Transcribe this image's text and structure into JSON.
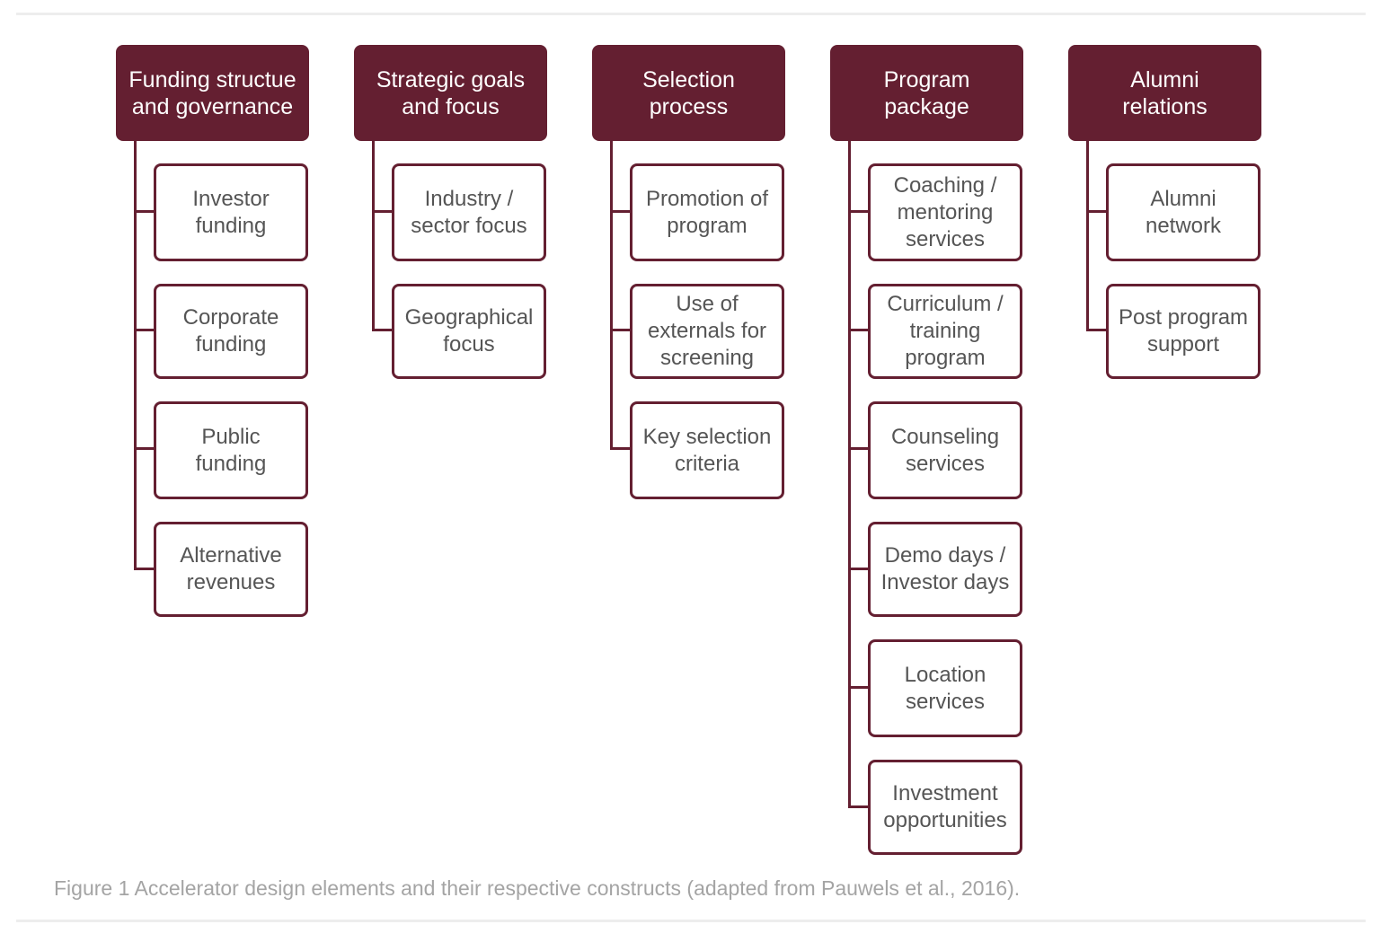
{
  "colors": {
    "accent": "#641f31",
    "item_text": "#555555",
    "caption_text": "#a4a4a4"
  },
  "columns": [
    {
      "title": "Funding structue\nand governance",
      "items": [
        "Investor\nfunding",
        "Corporate\nfunding",
        "Public\nfunding",
        "Alternative\nrevenues"
      ]
    },
    {
      "title": "Strategic goals\nand focus",
      "items": [
        "Industry /\nsector focus",
        "Geographical\nfocus"
      ]
    },
    {
      "title": "Selection\nprocess",
      "items": [
        "Promotion of\nprogram",
        "Use of\nexternals for\nscreening",
        "Key selection\ncriteria"
      ]
    },
    {
      "title": "Program\npackage",
      "items": [
        "Coaching /\nmentoring\nservices",
        "Curriculum /\ntraining\nprogram",
        "Counseling\nservices",
        "Demo days /\nInvestor days",
        "Location\nservices",
        "Investment\nopportunities"
      ]
    },
    {
      "title": "Alumni\nrelations",
      "items": [
        "Alumni\nnetwork",
        "Post program\nsupport"
      ]
    }
  ],
  "caption": "Figure 1 Accelerator design elements and their respective constructs (adapted from Pauwels et al., 2016)."
}
